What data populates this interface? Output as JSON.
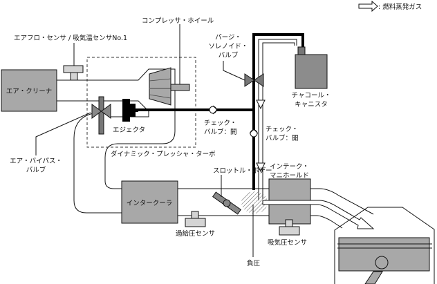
{
  "legend": {
    "label": ": 燃料蒸発ガス",
    "icon": "hollow-arrow-icon"
  },
  "labels": {
    "airflow_sensor": "エアフロ・センサ / 吸気温センサNo.1",
    "compressor_wheel": "コンプレッサ・ホイール",
    "purge_valve": [
      "パージ・",
      "ソレノイド・",
      "バルブ"
    ],
    "air_cleaner": "エア・クリーナ",
    "canister": [
      "チャコール・",
      "キャニスタ"
    ],
    "ejector": "エジェクタ",
    "check_valve_1": [
      "チェック・",
      "バルブ：開"
    ],
    "check_valve_2": [
      "チェック・",
      "バルブ：開"
    ],
    "air_bypass_valve": [
      "エア・バイパス・",
      "バルブ"
    ],
    "dynamic_pressure_turbo": "ダイナミック・プレッシャ・ターボ",
    "intake_manifold": [
      "インテーク・",
      "マニホールド"
    ],
    "throttle_body": "スロットル・ボデー",
    "intercooler": "インタークーラ",
    "boost_sensor": "過給圧センサ",
    "intake_pressure_sensor": "吸気圧センサ",
    "negative_pressure": "負圧"
  },
  "colors": {
    "component_fill": "#a8a8a8",
    "canister_fill": "#8c8c8c",
    "sensor_fill": "#d4d4d4",
    "dark_fill": "#777777",
    "line": "#111111"
  }
}
